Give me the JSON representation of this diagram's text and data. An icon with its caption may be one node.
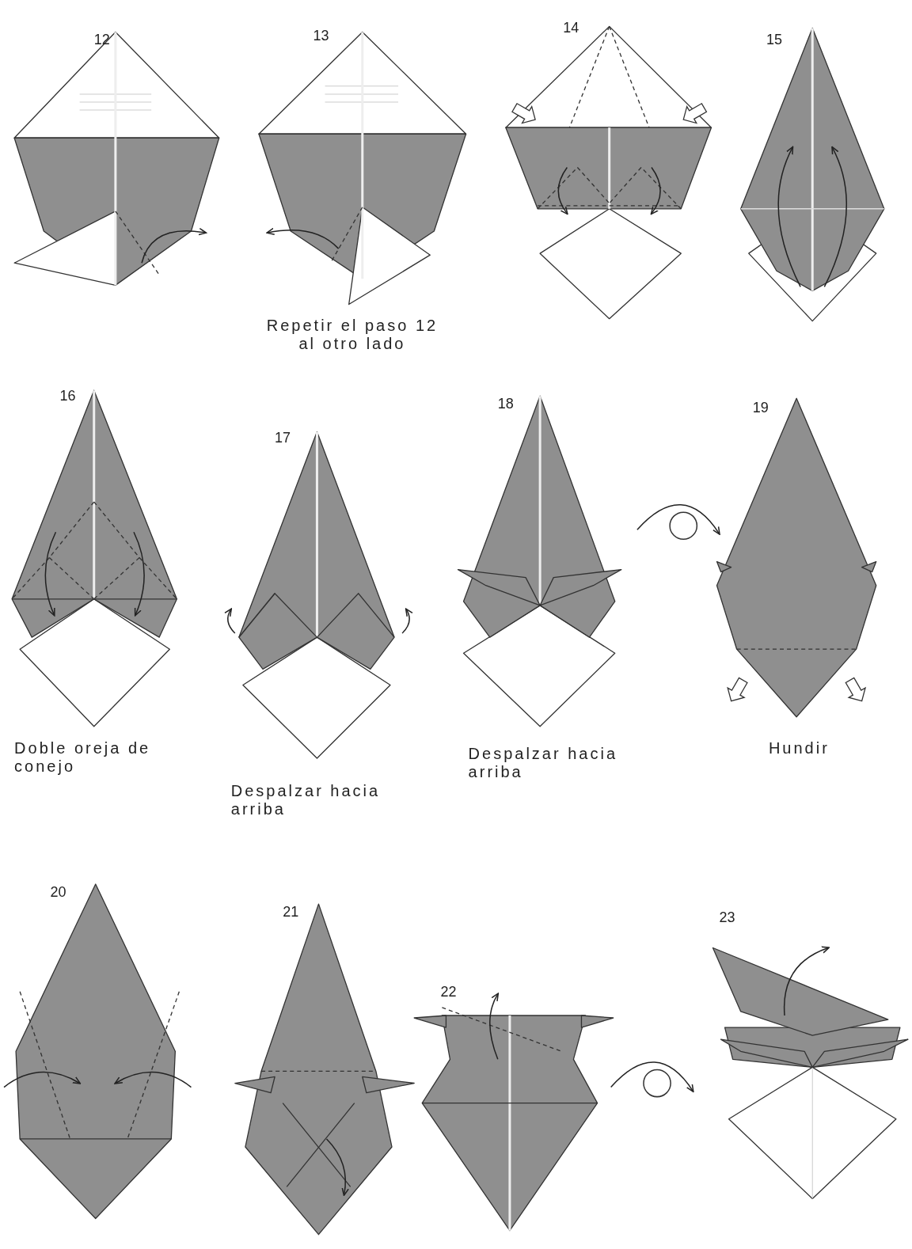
{
  "diagram": {
    "labels": [
      "12",
      "13",
      "14",
      "15",
      "Repetir el paso 12 al otro lado",
      "16",
      "17",
      "18",
      "19",
      "Doble oreja de conejo",
      "Despalzar hacia arriba",
      "Despalzar hacia arriba",
      "Hundir",
      "20",
      "21",
      "22",
      "23"
    ]
  }
}
